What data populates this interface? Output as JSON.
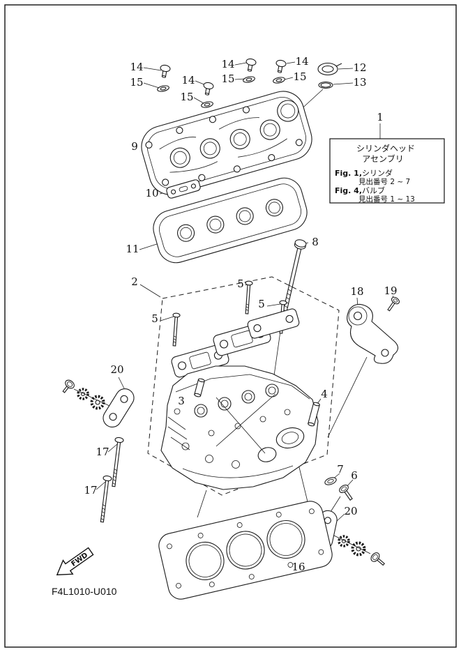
{
  "figure": {
    "code": "F4L1010-U010",
    "fwd_label": "FWD"
  },
  "info_box": {
    "line1": "シリンダヘッド",
    "line2": "アセンブリ",
    "fig1_label": "Fig. 1,",
    "fig1_name": "シリンダ",
    "fig1_range": "見出番号 2 ~ 7",
    "fig4_label": "Fig. 4,",
    "fig4_name": "バルブ",
    "fig4_range": "見出番号 1 ~ 13"
  },
  "callouts": [
    {
      "label": "14"
    },
    {
      "label": "15"
    },
    {
      "label": "14"
    },
    {
      "label": "15"
    },
    {
      "label": "14"
    },
    {
      "label": "15"
    },
    {
      "label": "14"
    },
    {
      "label": "15"
    },
    {
      "label": "12"
    },
    {
      "label": "13"
    },
    {
      "label": "1"
    },
    {
      "label": "9"
    },
    {
      "label": "10"
    },
    {
      "label": "11"
    },
    {
      "label": "8"
    },
    {
      "label": "2"
    },
    {
      "label": "5"
    },
    {
      "label": "5"
    },
    {
      "label": "5"
    },
    {
      "label": "18"
    },
    {
      "label": "19"
    },
    {
      "label": "20"
    },
    {
      "label": "3"
    },
    {
      "label": "4"
    },
    {
      "label": "17"
    },
    {
      "label": "17"
    },
    {
      "label": "7"
    },
    {
      "label": "6"
    },
    {
      "label": "20"
    },
    {
      "label": "16"
    }
  ]
}
